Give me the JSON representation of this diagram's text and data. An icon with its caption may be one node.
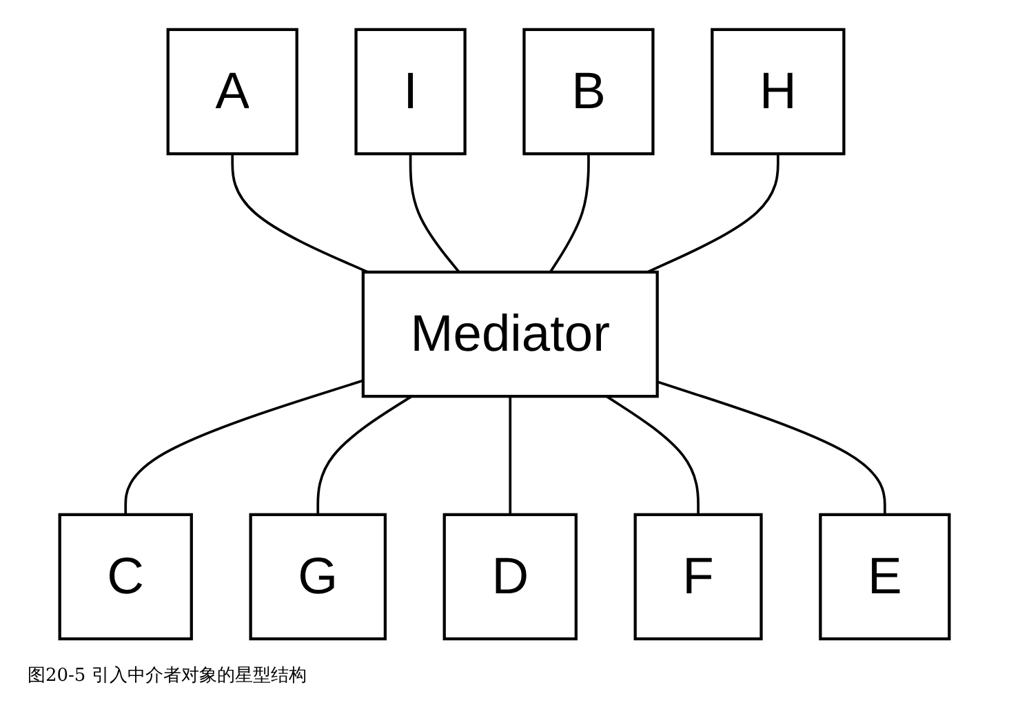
{
  "diagram": {
    "caption": "图20-5 引入中介者对象的星型结构",
    "nodes": [
      {
        "text": [
          "A"
        ]
      },
      {
        "text": [
          "I"
        ]
      },
      {
        "text": [
          "B"
        ]
      },
      {
        "text": [
          "H"
        ]
      },
      {
        "text": [
          "Mediator"
        ]
      },
      {
        "text": [
          "C"
        ]
      },
      {
        "text": [
          "G"
        ]
      },
      {
        "text": [
          "D"
        ]
      },
      {
        "text": [
          "F"
        ]
      },
      {
        "text": [
          "E"
        ]
      }
    ],
    "edges": [
      {
        "from": 0,
        "to": 4,
        "arrow": "none"
      },
      {
        "from": 1,
        "to": 4,
        "arrow": "none"
      },
      {
        "from": 2,
        "to": 4,
        "arrow": "none"
      },
      {
        "from": 3,
        "to": 4,
        "arrow": "none"
      },
      {
        "from": 4,
        "to": 5,
        "arrow": "none"
      },
      {
        "from": 4,
        "to": 6,
        "arrow": "none"
      },
      {
        "from": 4,
        "to": 7,
        "arrow": "none"
      },
      {
        "from": 4,
        "to": 8,
        "arrow": "none"
      },
      {
        "from": 4,
        "to": 9,
        "arrow": "none"
      }
    ]
  }
}
